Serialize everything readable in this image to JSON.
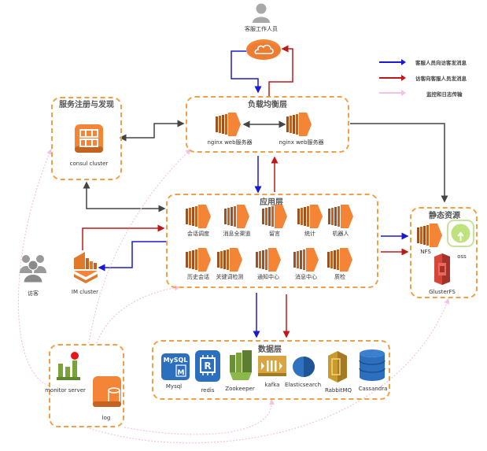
{
  "title": "客服系统架构图",
  "actors": {
    "agent": {
      "label": "客服工作人员",
      "icon": "user-icon"
    },
    "visitor": {
      "label": "访客",
      "icon": "users-group-icon"
    },
    "cloud": {
      "icon": "cloud-icon"
    }
  },
  "legend": [
    {
      "label": "客服人员向访客发消息",
      "color": "#1a1ad0",
      "style": "solid"
    },
    {
      "label": "访客向客服人员发消息",
      "color": "#c01818",
      "style": "solid"
    },
    {
      "label": "监控和日志传输",
      "color": "#f2c4e4",
      "style": "dotted"
    }
  ],
  "groups": {
    "service_discovery": {
      "title": "服务注册与发现",
      "items": [
        {
          "label": "consul cluster",
          "icon": "consul-icon"
        }
      ]
    },
    "load_balancer": {
      "title": "负载均衡层",
      "items": [
        {
          "label": "nginx web服务器",
          "icon": "server-icon"
        },
        {
          "label": "nginx web服务器",
          "icon": "server-icon"
        }
      ]
    },
    "application": {
      "title": "应用层",
      "row1": [
        {
          "label": "会话调度"
        },
        {
          "label": "消息全渠道"
        },
        {
          "label": "留言"
        },
        {
          "label": "统计"
        },
        {
          "label": "机器人"
        }
      ],
      "row2": [
        {
          "label": "历史会话"
        },
        {
          "label": "关键词检测"
        },
        {
          "label": "通知中心"
        },
        {
          "label": "消息中心"
        },
        {
          "label": "质检"
        }
      ]
    },
    "static_resources": {
      "title": "静态资源",
      "items": [
        {
          "label": "NFS",
          "icon": "server-icon"
        },
        {
          "label": "oss",
          "icon": "oss-icon"
        },
        {
          "label": "GlusterFS",
          "icon": "storage-icon"
        }
      ]
    },
    "im": {
      "label": "IM cluster",
      "icon": "im-cluster-icon"
    },
    "monitoring": {
      "items": [
        {
          "label": "monitor server",
          "icon": "monitor-chart-icon"
        },
        {
          "label": "log",
          "icon": "log-database-icon"
        }
      ]
    },
    "data": {
      "title": "数据层",
      "items": [
        {
          "label": "Mysql",
          "icon": "mysql-icon",
          "badge": "MySQL"
        },
        {
          "label": "redis",
          "icon": "redis-icon",
          "badge": "R"
        },
        {
          "label": "Zookeeper",
          "icon": "zookeeper-icon"
        },
        {
          "label": "kafka",
          "icon": "kafka-icon"
        },
        {
          "label": "Elasticsearch",
          "icon": "elasticsearch-icon"
        },
        {
          "label": "RabbitMQ",
          "icon": "rabbitmq-icon"
        },
        {
          "label": "Cassandra",
          "icon": "cassandra-icon"
        }
      ]
    }
  },
  "colors": {
    "orange": "#f58536",
    "orange_dark": "#9d5025",
    "box_border": "#f0a048",
    "blue_arrow": "#1a1ad0",
    "red_arrow": "#c01818",
    "dark_arrow": "#444444",
    "pink_dotted": "#f2c4e4"
  }
}
